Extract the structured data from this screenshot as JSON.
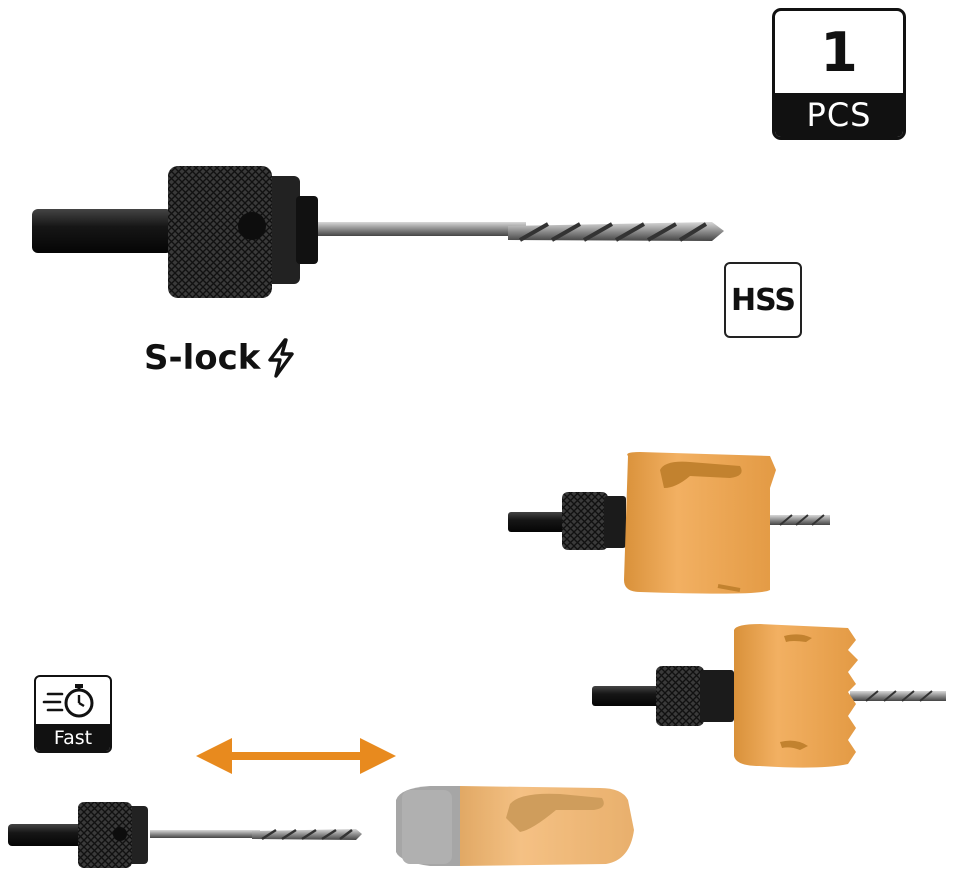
{
  "badges": {
    "quantity": {
      "count": "1",
      "unit": "PCS"
    },
    "material": {
      "text": "HSS"
    },
    "speed": {
      "text": "Fast"
    }
  },
  "product": {
    "system_label": "S-lock"
  },
  "colors": {
    "hole_saw": "#EDA64A",
    "hole_saw_dark": "#C9852F",
    "knurl": "#2b2b2b",
    "arrow": "#E88A1E",
    "badge": "#111111"
  },
  "icons": [
    "lightning-icon",
    "stopwatch-icon",
    "double-arrow-icon"
  ]
}
